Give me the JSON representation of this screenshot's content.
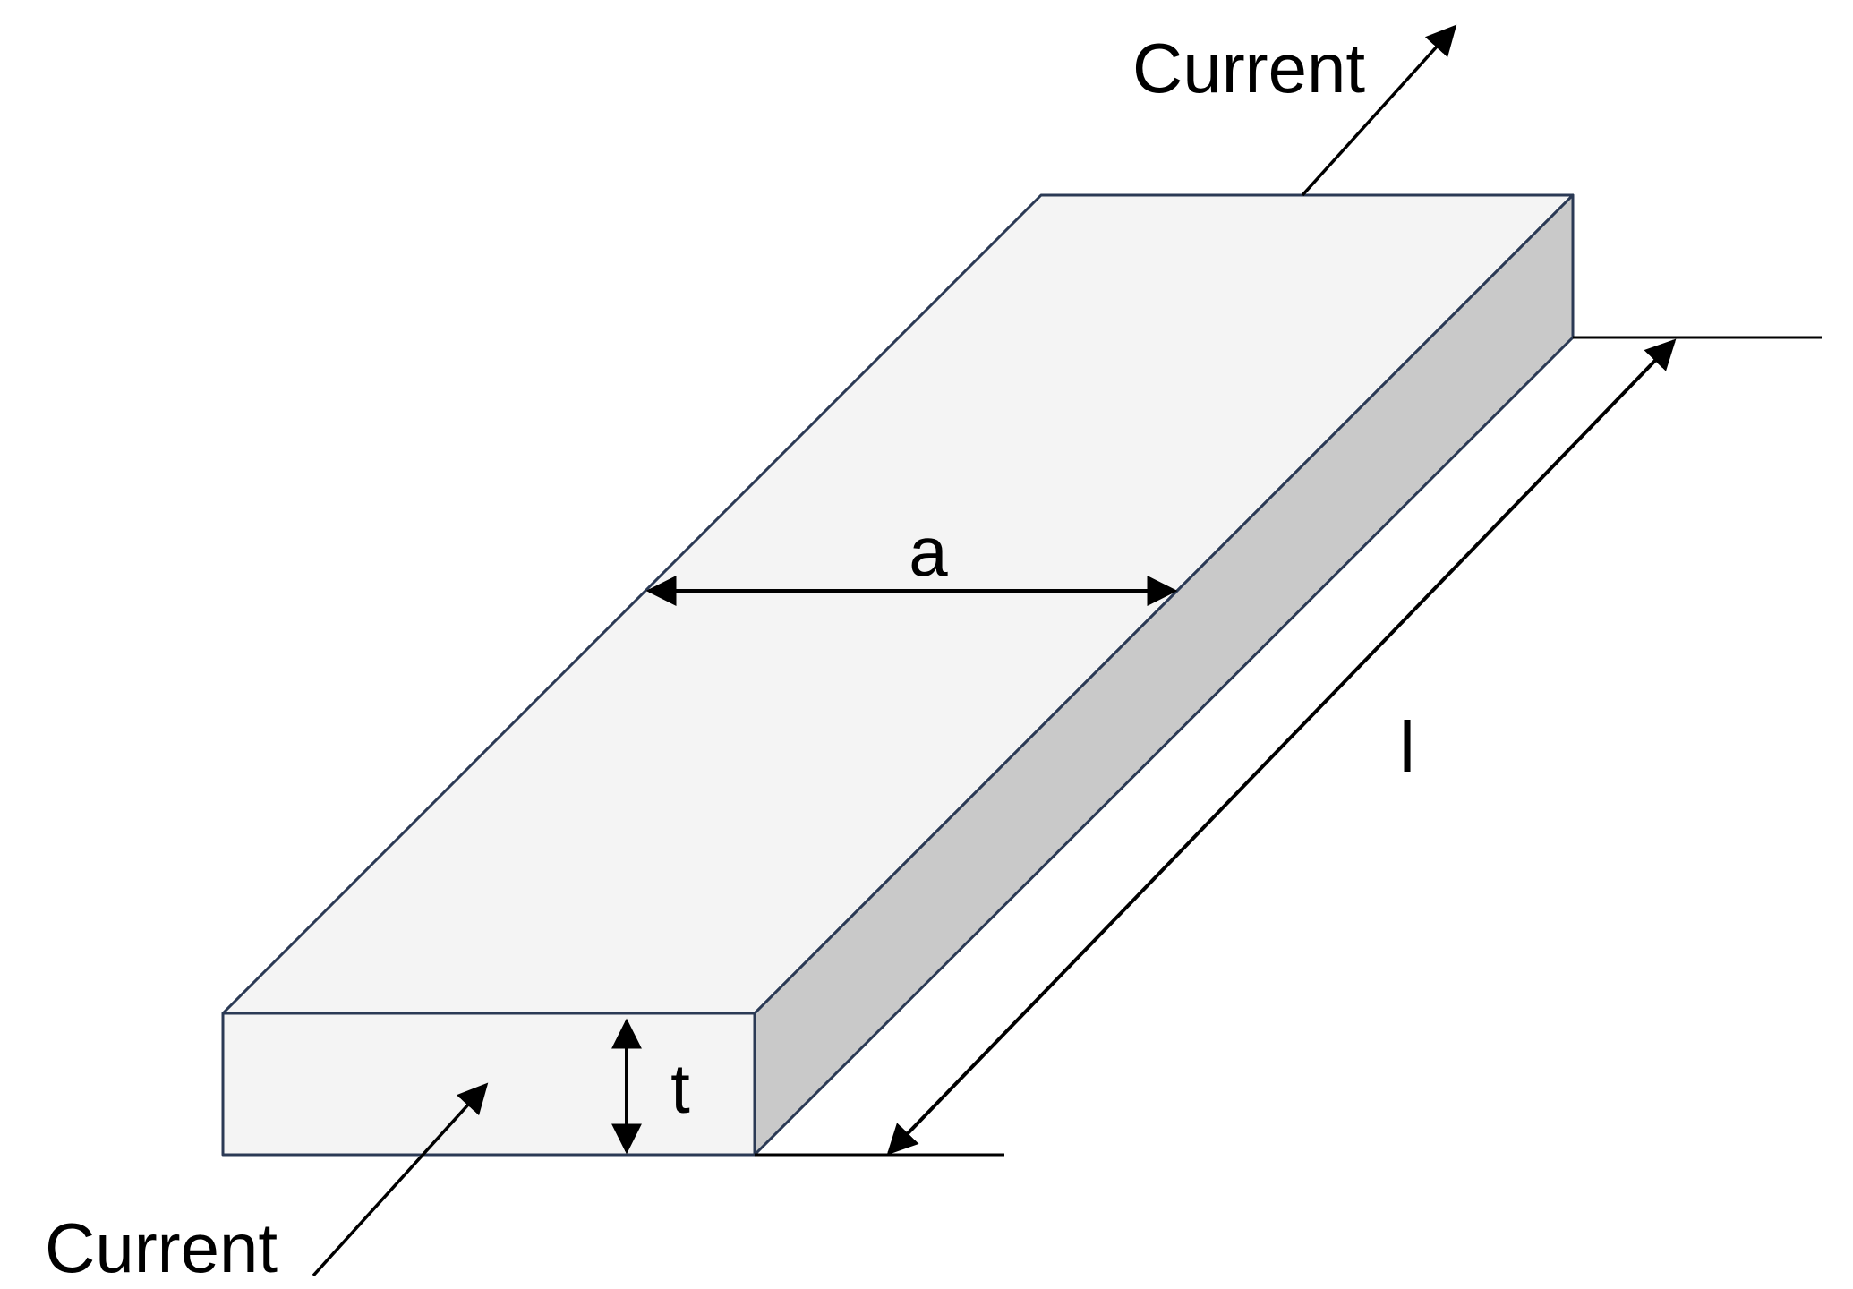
{
  "labels": {
    "current_out": "Current",
    "current_in": "Current",
    "width": "a",
    "thickness": "t",
    "length": "l"
  },
  "colors": {
    "top_face": "#f4f4f4",
    "front_face": "#f4f4f4",
    "side_face": "#c9c9c9",
    "edge": "#2b3a55",
    "arrow": "#000000"
  }
}
